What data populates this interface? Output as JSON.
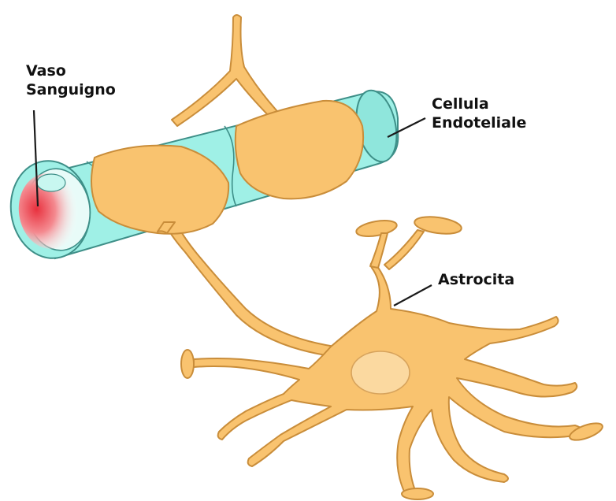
{
  "labels": {
    "vaso": [
      "Vaso",
      "Sanguigno"
    ],
    "cellula": [
      "Cellula",
      "Endoteliale"
    ],
    "astrocita": "Astrocita"
  },
  "colors": {
    "vessel_fill": "#9ff0e6",
    "vessel_outline": "#3e8f88",
    "astrocyte_fill": "#f9c36f",
    "astrocyte_outline": "#c98d3a",
    "nucleus_fill": "#fbd9a0",
    "blood": "#e8313e"
  }
}
